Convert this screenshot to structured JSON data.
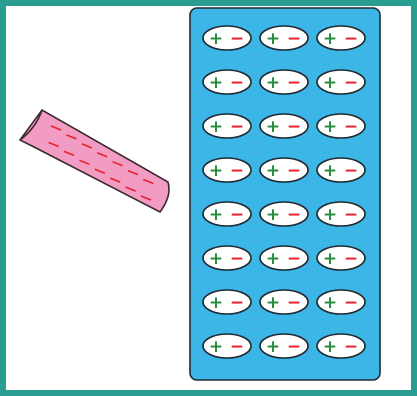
{
  "colors": {
    "frame": "#2a9d91",
    "slab": "#3bb6e6",
    "slab_border": "#1f2a33",
    "rod_fill": "#f29bc3",
    "rod_stroke": "#3a2a30",
    "rod_charge": "#e8202a",
    "molecule_fill": "#ffffff",
    "molecule_stroke": "#1f2a33",
    "plus": "#2a8c3c",
    "minus": "#e8202a"
  },
  "slab": {
    "rows": 8,
    "cols": 3,
    "molecule_plus": "+",
    "molecule_minus": "−"
  },
  "rod": {
    "charges": 14,
    "charge_sign": "−"
  },
  "icons": {
    "rod": "charged-rod-icon",
    "molecule": "polarized-molecule-icon"
  }
}
